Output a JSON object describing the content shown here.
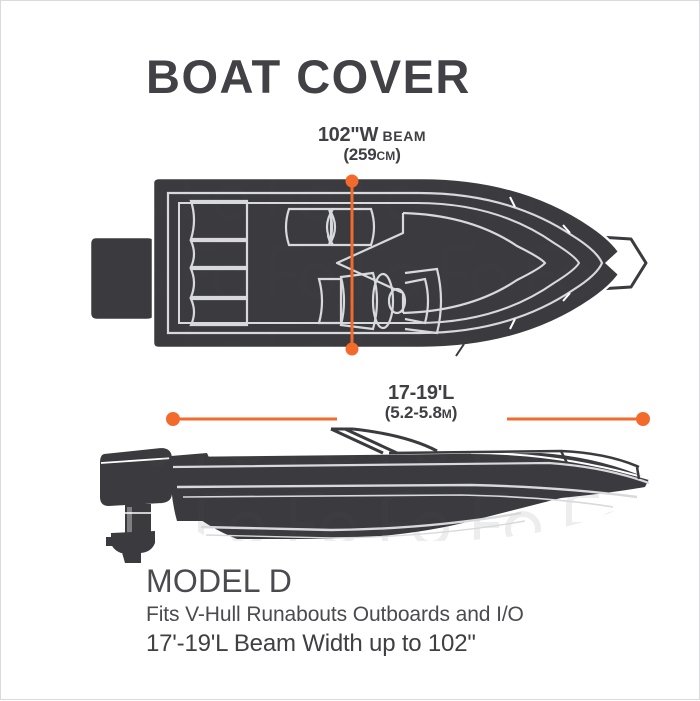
{
  "product": {
    "title": "BOAT COVER",
    "model_label": "MODEL D",
    "fits_line": "Fits V-Hull Runabouts Outboards and I/O",
    "spec_line": "17'-19'L Beam Width up to 102\""
  },
  "dimensions": {
    "beam": {
      "value": "102\"W",
      "unit_word": "BEAM",
      "metric_open": "(",
      "metric_value": "259",
      "metric_unit": "CM",
      "metric_close": ")",
      "axis": "vertical"
    },
    "length": {
      "value": "17-19'L",
      "metric_open": "(",
      "metric_value": "5.2-5.8",
      "metric_unit": "M",
      "metric_close": ")",
      "axis": "horizontal"
    }
  },
  "colors": {
    "accent": "#F26B2C",
    "cover_dark": "#3B3A3E",
    "cover_outline": "#D8D9DD",
    "text_dark": "#414146",
    "text_body": "#4A4A4F",
    "background": "#FFFFFF",
    "border": "#D9DADE"
  },
  "views": {
    "top_view": "boat-cover-top-view",
    "side_view": "boat-side-profile-view"
  }
}
